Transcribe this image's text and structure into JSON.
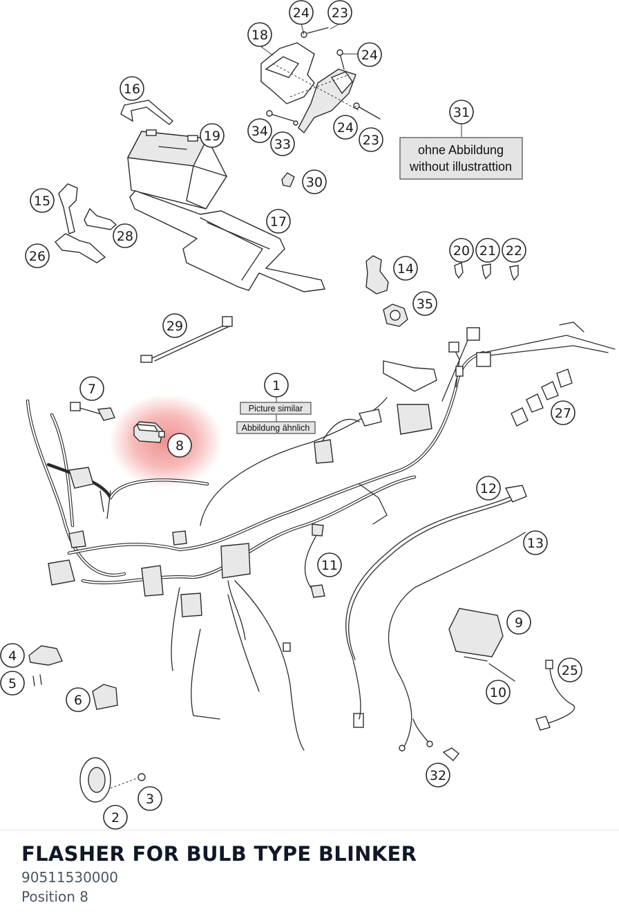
{
  "diagram": {
    "callouts": [
      {
        "id": "1",
        "label": "1"
      },
      {
        "id": "2",
        "label": "2"
      },
      {
        "id": "3",
        "label": "3"
      },
      {
        "id": "4",
        "label": "4"
      },
      {
        "id": "5",
        "label": "5"
      },
      {
        "id": "6",
        "label": "6"
      },
      {
        "id": "7",
        "label": "7"
      },
      {
        "id": "8",
        "label": "8"
      },
      {
        "id": "9",
        "label": "9"
      },
      {
        "id": "10",
        "label": "10"
      },
      {
        "id": "11",
        "label": "11"
      },
      {
        "id": "12",
        "label": "12"
      },
      {
        "id": "13",
        "label": "13"
      },
      {
        "id": "14",
        "label": "14"
      },
      {
        "id": "15",
        "label": "15"
      },
      {
        "id": "16",
        "label": "16"
      },
      {
        "id": "17",
        "label": "17"
      },
      {
        "id": "18",
        "label": "18"
      },
      {
        "id": "19",
        "label": "19"
      },
      {
        "id": "20",
        "label": "20"
      },
      {
        "id": "21",
        "label": "21"
      },
      {
        "id": "22",
        "label": "22"
      },
      {
        "id": "23a",
        "label": "23"
      },
      {
        "id": "23b",
        "label": "23"
      },
      {
        "id": "24a",
        "label": "24"
      },
      {
        "id": "24b",
        "label": "24"
      },
      {
        "id": "24c",
        "label": "24"
      },
      {
        "id": "25",
        "label": "25"
      },
      {
        "id": "26",
        "label": "26"
      },
      {
        "id": "27",
        "label": "27"
      },
      {
        "id": "28",
        "label": "28"
      },
      {
        "id": "29",
        "label": "29"
      },
      {
        "id": "30",
        "label": "30"
      },
      {
        "id": "31",
        "label": "31"
      },
      {
        "id": "32",
        "label": "32"
      },
      {
        "id": "33",
        "label": "33"
      },
      {
        "id": "34",
        "label": "34"
      },
      {
        "id": "35",
        "label": "35"
      }
    ],
    "highlighted_position": "8",
    "note_31": {
      "line1": "ohne Abbildung",
      "line2": "without illustrattion"
    },
    "note_1": {
      "line1": "Picture similar",
      "line2": "Abbildung ähnlich"
    },
    "highlight_color": "#e53935"
  },
  "part": {
    "title": "FLASHER FOR BULB TYPE BLINKER",
    "number": "90511530000",
    "position": "Position 8"
  }
}
